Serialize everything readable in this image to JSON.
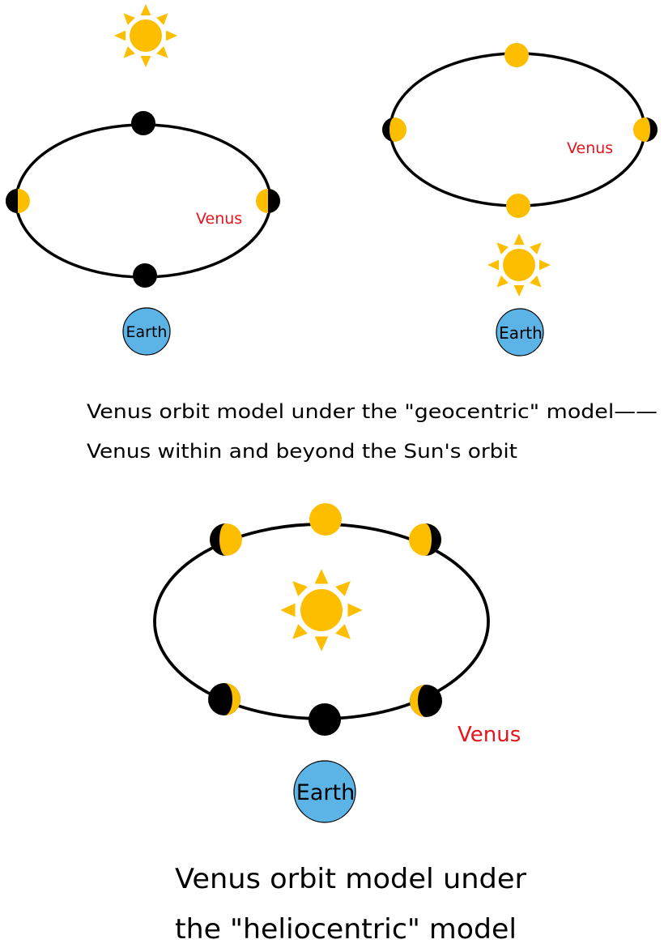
{
  "colors": {
    "sun": "#FDBE00",
    "venus_lit": "#FDBE00",
    "venus_dark": "#000000",
    "earth": "#5BB4E5",
    "orbit": "#000000",
    "venus_label": "#E8141B",
    "text": "#000000"
  },
  "icons": {
    "sun": "sun-icon",
    "earth": "earth-circle",
    "venus": "venus-phase-icon"
  },
  "geocentric": {
    "inner_panel": {
      "venus_label": "Venus",
      "earth_label": "Earth",
      "venus_phases": [
        "new",
        "half-lit-right",
        "new",
        "half-lit-left"
      ]
    },
    "outer_panel": {
      "venus_label": "Venus",
      "earth_label": "Earth",
      "venus_phases": [
        "full",
        "half-lit-right",
        "full",
        "half-lit-left"
      ]
    },
    "caption": {
      "line1": "Venus orbit model under the \"geocentric\" model——",
      "line2": "Venus within and beyond the Sun's orbit"
    }
  },
  "heliocentric": {
    "venus_label": "Venus",
    "earth_label": "Earth",
    "venus_phases": [
      "full",
      "gibbous-left",
      "new",
      "gibbous-right",
      "crescent-right",
      "crescent-left"
    ],
    "caption": {
      "line1": "Venus orbit model under",
      "line2": "the \"heliocentric\" model"
    }
  }
}
